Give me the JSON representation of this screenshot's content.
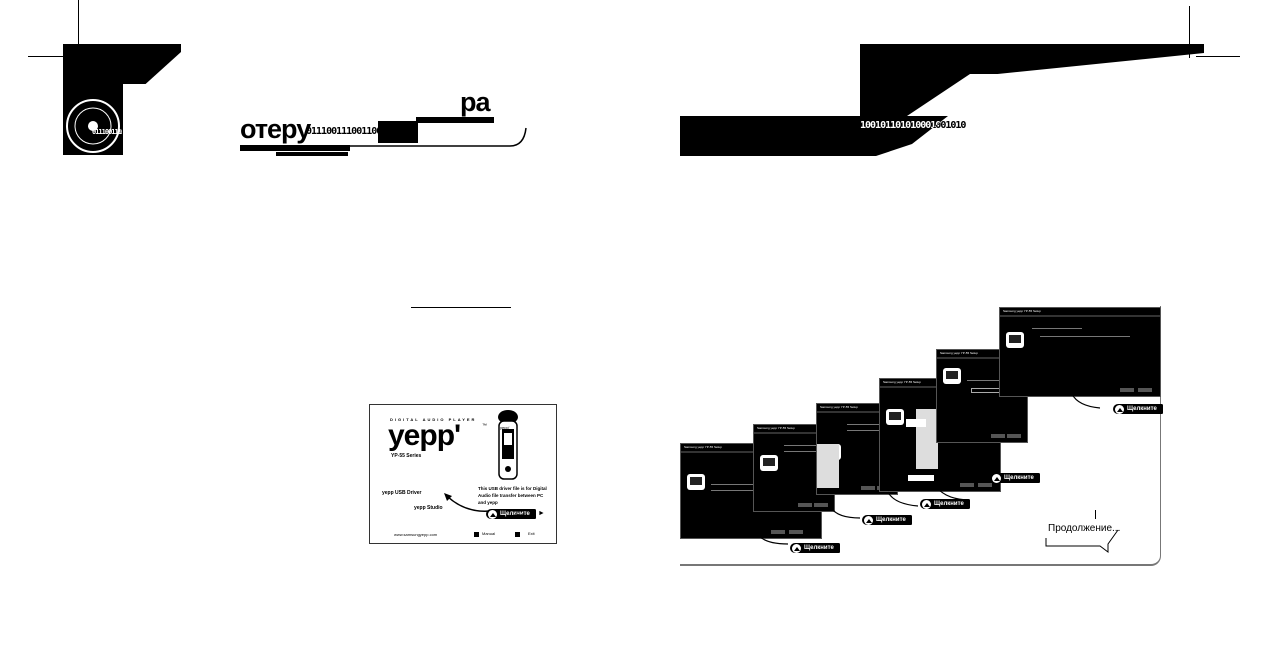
{
  "left_header": {
    "title_right": "pa",
    "title_left": "отеру",
    "binary": "01110011100110010100"
  },
  "right_header": {
    "binary": "100101101010001001010"
  },
  "cd_menu": {
    "tagline": "DIGITAL AUDIO PLAYER",
    "logo": "yepp'",
    "trademark": "™",
    "series": "YP-55 Series",
    "menu_item_1": "yepp USB Driver",
    "menu_item_2": "yepp Studio",
    "description": "This USB driver file is for Digital Audio file transfer between PC and yepp",
    "next_button": "Щелкните",
    "next_label": "Next",
    "url": "www.samsungyepp.com",
    "bottom_label": "Manual",
    "exit_label": "Exit"
  },
  "wizard": {
    "click_label": "Щелкните",
    "window_title": "Samsung yepp YP-55 Setup",
    "continue_label": "Продолжение..."
  },
  "colors": {
    "ink": "#000000",
    "paper": "#ffffff"
  }
}
